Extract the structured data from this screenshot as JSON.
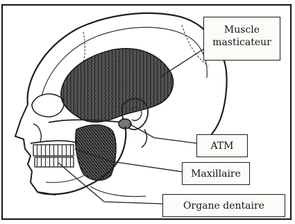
{
  "labels": {
    "muscle_line1": "Muscle",
    "muscle_line2": "masticateur",
    "atm": "ATM",
    "maxillaire": "Maxillaire",
    "organe": "Organe dentaire"
  },
  "colors": {
    "ink": "#1e1e1e",
    "muscle": "#3a3a3a",
    "paper": "#ffffff"
  }
}
